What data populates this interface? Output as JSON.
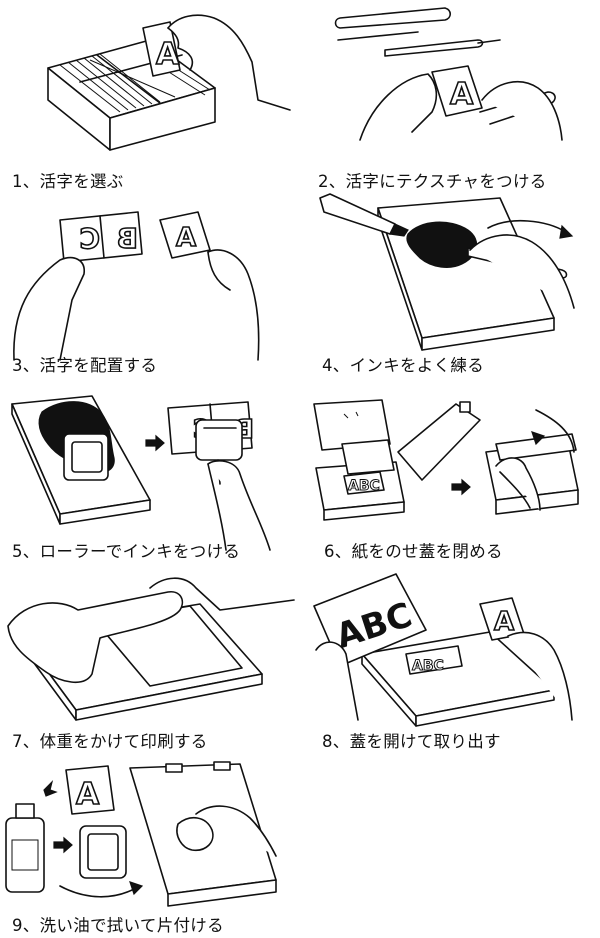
{
  "steps": [
    {
      "caption": "1、活字を選ぶ"
    },
    {
      "caption": "2、活字にテクスチャをつける"
    },
    {
      "caption": "3、活字を配置する"
    },
    {
      "caption": "4、インキをよく練る"
    },
    {
      "caption": "5、ローラーでインキをつける"
    },
    {
      "caption": "6、紙をのせ蓋を閉める"
    },
    {
      "caption": "7、体重をかけて印刷する"
    },
    {
      "caption": "8、蓋を開けて取り出す"
    },
    {
      "caption": "9、洗い油で拭いて片付ける"
    }
  ],
  "type_letters": {
    "a": "A",
    "b": "B",
    "c": "C"
  },
  "print_text": "ABC",
  "icons": [
    "type-block-icon",
    "roller-icon",
    "ink-tube-icon",
    "spatula-icon",
    "arrow-icon",
    "hand-icon",
    "oil-bottle-icon",
    "press-box-icon"
  ]
}
